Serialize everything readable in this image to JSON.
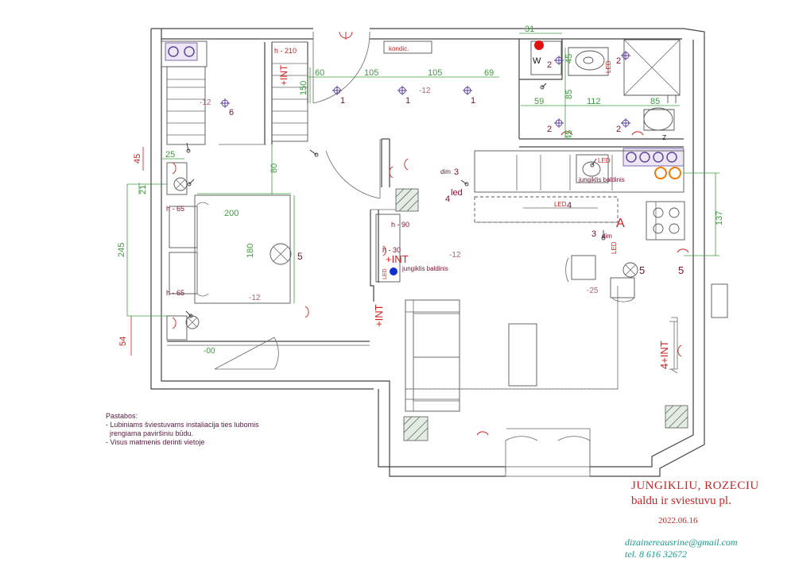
{
  "rooms": {
    "ac_label": "kondic.",
    "a_marker": "A"
  },
  "lights": {
    "ceiling_1": "1",
    "wc_2": "2",
    "bedroom_6": "6",
    "bedroom_5": "5",
    "living_5": "5",
    "wall_5": "5",
    "kitchen_3": "3",
    "hall_3": "3",
    "led_4": "4",
    "led_4b": "4",
    "wall_4_int": "4+INT"
  },
  "labels": {
    "dim": "dim",
    "led": "led",
    "LED": "LED",
    "w": "W",
    "z": "Z",
    "int": "+INT",
    "jungiklis_kitchen": "jungiklis baldinis",
    "jungiklis_hall": "jungiklis baldinis",
    "h210": "h - 210",
    "h65a": "h - 65",
    "h65b": "h - 65",
    "h90": "h - 90",
    "h30": "h - 30",
    "minus12": "-12",
    "minus25": "-25",
    "minus00": "-00"
  },
  "dims": {
    "d31": "31",
    "d60": "60",
    "d105a": "105",
    "d105b": "105",
    "d69": "69",
    "d150": "150",
    "d45a": "45",
    "d85a": "85",
    "d59": "59",
    "d112": "112",
    "d85b": "85",
    "d45b": "45",
    "d80": "80",
    "d45c": "45",
    "d25": "25",
    "d21": "21",
    "d200": "200",
    "d180": "180",
    "d245": "245",
    "d54": "54",
    "d137": "137"
  },
  "notes": {
    "title": "Pastabos:",
    "line1": "- Lubiniams šviestuvams instaliacija ties lubomis",
    "line2": "  įrengiama paviršiniu būdu.",
    "line3": "- Visus matmenis derinti vietoje"
  },
  "titleblock": {
    "line1": "JUNGIKLIU, ROZECIU",
    "line2": "baldu ir sviestuvu pl.",
    "date": "2022.06.16",
    "email": "dizainereausrine@gmail.com",
    "phone": "tel. 8 616 32672"
  },
  "colors": {
    "dim_green": "#3f9b3f",
    "dim_red": "#d02020",
    "text_maroon": "#7a1030",
    "title_red": "#c62828",
    "contact_teal": "#1a9a8a",
    "socket_orange": "#f07a00",
    "marker_blue": "#1030d0",
    "marker_red": "#e01010",
    "socket_purple": "#5a4a9a"
  }
}
